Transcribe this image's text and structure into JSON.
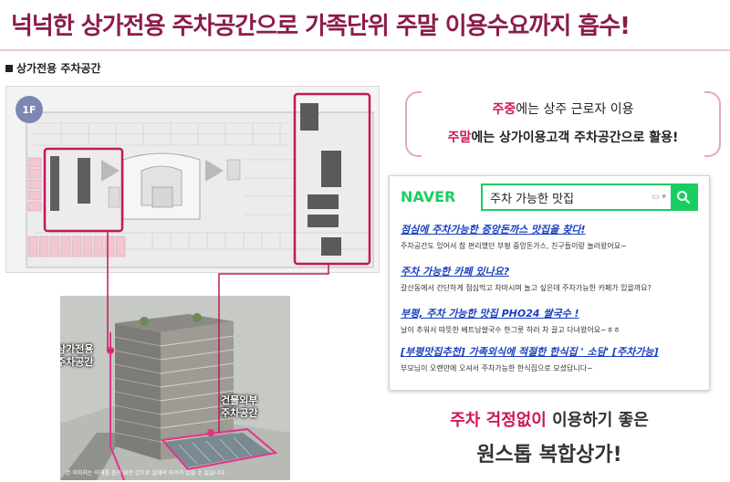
{
  "headline": "넉넉한 상가전용 주차공간으로 가족단위 주말 이용수요까지 흡수!",
  "section_label": "상가전용 주차공간",
  "floor_badge": "1F",
  "callouts": {
    "retail_parking": [
      "상가전용",
      "주차공간"
    ],
    "outdoor_parking": [
      "건물외부",
      "주차공간"
    ]
  },
  "render_caption": "본 이미지는 이해를 돕기 위한 것으로 실제와 차이가 있을 수 있습니다.",
  "usage": {
    "weekday_highlight": "주중",
    "weekday_text": "에는 상주 근로자 이용",
    "weekend_highlight": "주말",
    "weekend_text": "에는 상가이용고객 주차공간으로 활용!"
  },
  "naver": {
    "logo": "NAVER",
    "search_value": "주차 가능한 맛집",
    "results": [
      {
        "title": "점심에 주차가능한 중앙돈까스 맛집을 찾다!",
        "snippet": "주차공간도 있어서 참 편리했던 부평 중앙돈가스, 친구들이랑 놀러왔어요~"
      },
      {
        "title": "주차 가능한 카페 있나요?",
        "snippet": "갈산동에서 간단하게 점심먹고 차마시며 놀고 싶은데 주차가능한 카페가 있을까요?"
      },
      {
        "title": "부평, 주차 가능한 맛집 PHO24 쌀국수 !",
        "snippet": "날이 추워서 따뜻한 베트남쌀국수 한그릇 하러 차 끌고 다녀왔어요~ㅎㅎ"
      },
      {
        "title": "[부평맛집추천] 가족외식에 적절한 한식집 ' 소담' [주차가능]",
        "snippet": "부모님이 오랜만에 오셔서 주차가능한 한식집으로 모셨답니다~"
      }
    ]
  },
  "closing": {
    "line1_highlight": "주차 걱정없이",
    "line1_text": " 이용하기 좋은",
    "line2": "원스톱 복합상가!"
  },
  "colors": {
    "accent": "#d0165b",
    "headline": "#8a1c4a",
    "naver_green": "#19ce60",
    "link_blue": "#1a3fbf",
    "highlight_box": "#c2185b"
  }
}
